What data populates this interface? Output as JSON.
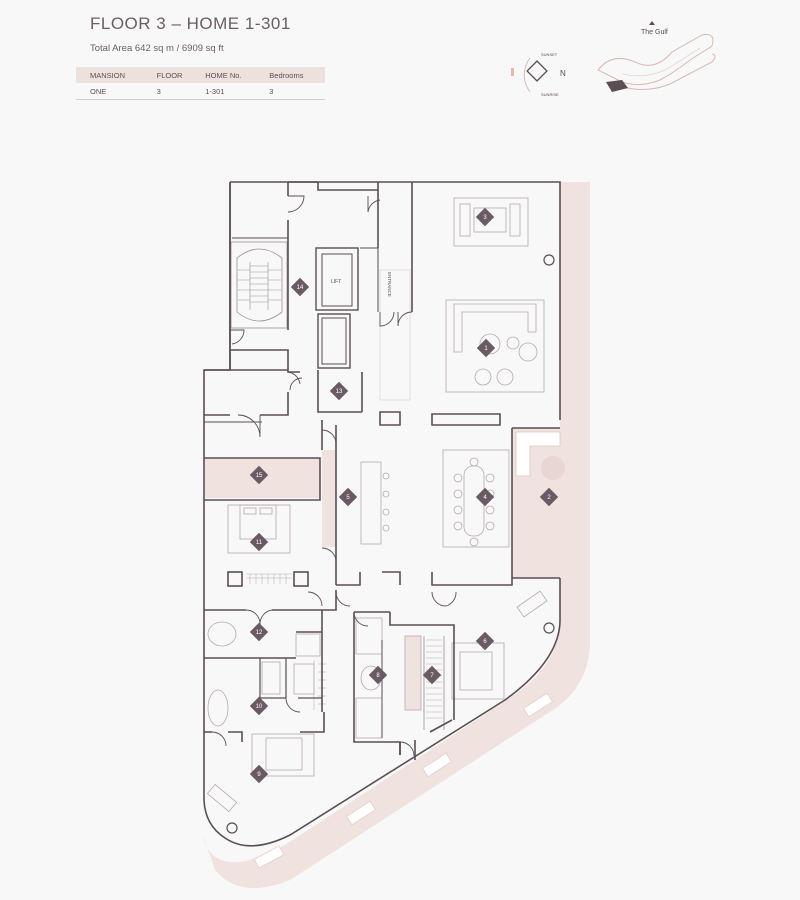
{
  "header": {
    "title": "FLOOR 3 – HOME 1-301",
    "subtitle": "Total Area 642 sq m / 6909 sq ft"
  },
  "info_table": {
    "columns": [
      "MANSION",
      "FLOOR",
      "HOME No.",
      "Bedrooms"
    ],
    "row": [
      "ONE",
      "3",
      "1-301",
      "3"
    ]
  },
  "compass": {
    "north_letter": "N",
    "sunset_label": "SUNSET",
    "sunrise_label": "SUNRISE"
  },
  "key_plan": {
    "label": "The Gulf"
  },
  "plan_labels": {
    "lift": "LIFT",
    "entrance": "ENTRANCE"
  },
  "room_markers": [
    "1",
    "2",
    "3",
    "4",
    "5",
    "6",
    "7",
    "8",
    "9",
    "10",
    "11",
    "12",
    "13",
    "14",
    "15"
  ],
  "colors": {
    "wall": "#5a4e55",
    "terrace": "#f0e2de",
    "marker": "#6a5a63",
    "text": "#6a5e64"
  }
}
